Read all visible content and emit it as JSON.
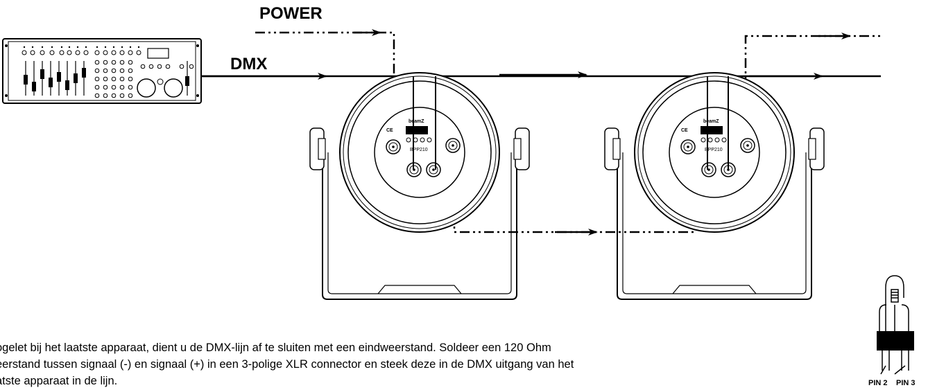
{
  "labels": {
    "power": "POWER",
    "dmx": "DMX",
    "pin2": "PIN 2",
    "pin3": "PIN 3"
  },
  "fixtures": [
    {
      "brand": "beamZ",
      "model": "BPP210",
      "ce": "CE"
    },
    {
      "brand": "beamZ",
      "model": "BPP210",
      "ce": "CE"
    }
  ],
  "note": {
    "line1": "ogelet bij het laatste apparaat, dient u de DMX-lijn af te sluiten met een eindweerstand. Soldeer een 120 Ohm",
    "line2": "eerstand tussen signaal (-) en signaal (+) in een 3-polige XLR connector en steek deze in de DMX uitgang van het",
    "line3": "atste apparaat in de lijn."
  }
}
